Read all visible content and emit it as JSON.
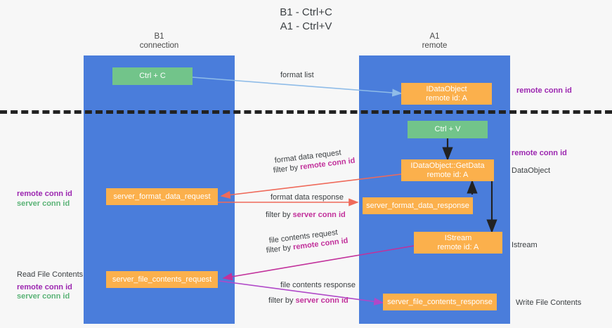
{
  "title": {
    "line1": "B1 - Ctrl+C",
    "line2": "A1 - Ctrl+V"
  },
  "columns": [
    {
      "name": "B1",
      "role": "connection"
    },
    {
      "name": "A1",
      "role": "remote"
    }
  ],
  "boxes": {
    "ctrl_c": {
      "label": "Ctrl + C"
    },
    "idataobject": {
      "label": "IDataObject",
      "sub": "remote id: A"
    },
    "ctrl_v": {
      "label": "Ctrl + V"
    },
    "getdata": {
      "label": "IDataObject::GetData",
      "sub": "remote id: A"
    },
    "server_format_data_request": {
      "label": "server_format_data_request"
    },
    "server_format_data_response": {
      "label": "server_format_data_response"
    },
    "istream": {
      "label": "IStream",
      "sub": "remote id: A"
    },
    "server_file_contents_request": {
      "label": "server_file_contents_request"
    },
    "server_file_contents_response": {
      "label": "server_file_contents_response"
    }
  },
  "edges": {
    "format_list": "format list",
    "format_data_request": "format data request",
    "format_data_response": "format data response",
    "file_contents_request": "file contents request",
    "file_contents_response": "file contents response"
  },
  "filters": {
    "prefix": "filter by",
    "remote_conn_id": "remote conn id",
    "server_conn_id": "server conn id"
  },
  "annotations": {
    "right_remote_conn_id_top": "remote conn id",
    "right_remote_conn_id_mid": "remote conn id",
    "dataobject": "DataObject",
    "istream": "Istream",
    "write_file_contents": "Write File Contents",
    "read_file_contents": "Read File Contents",
    "left_remote_conn_id": "remote conn id",
    "left_server_conn_id": "server conn id",
    "left_remote_conn_id_2": "remote conn id",
    "left_server_conn_id_2": "server conn id"
  },
  "colors": {
    "lane": "#4a7ddb",
    "green_box": "#72c48a",
    "orange_box": "#fbb04c",
    "purple": "#9c27b0",
    "magenta": "#c2319b",
    "green_text": "#5bb377",
    "arrow_blue": "#8fbce8",
    "arrow_red": "#ef6a5a",
    "arrow_black": "#222222",
    "background": "#f7f7f7"
  }
}
